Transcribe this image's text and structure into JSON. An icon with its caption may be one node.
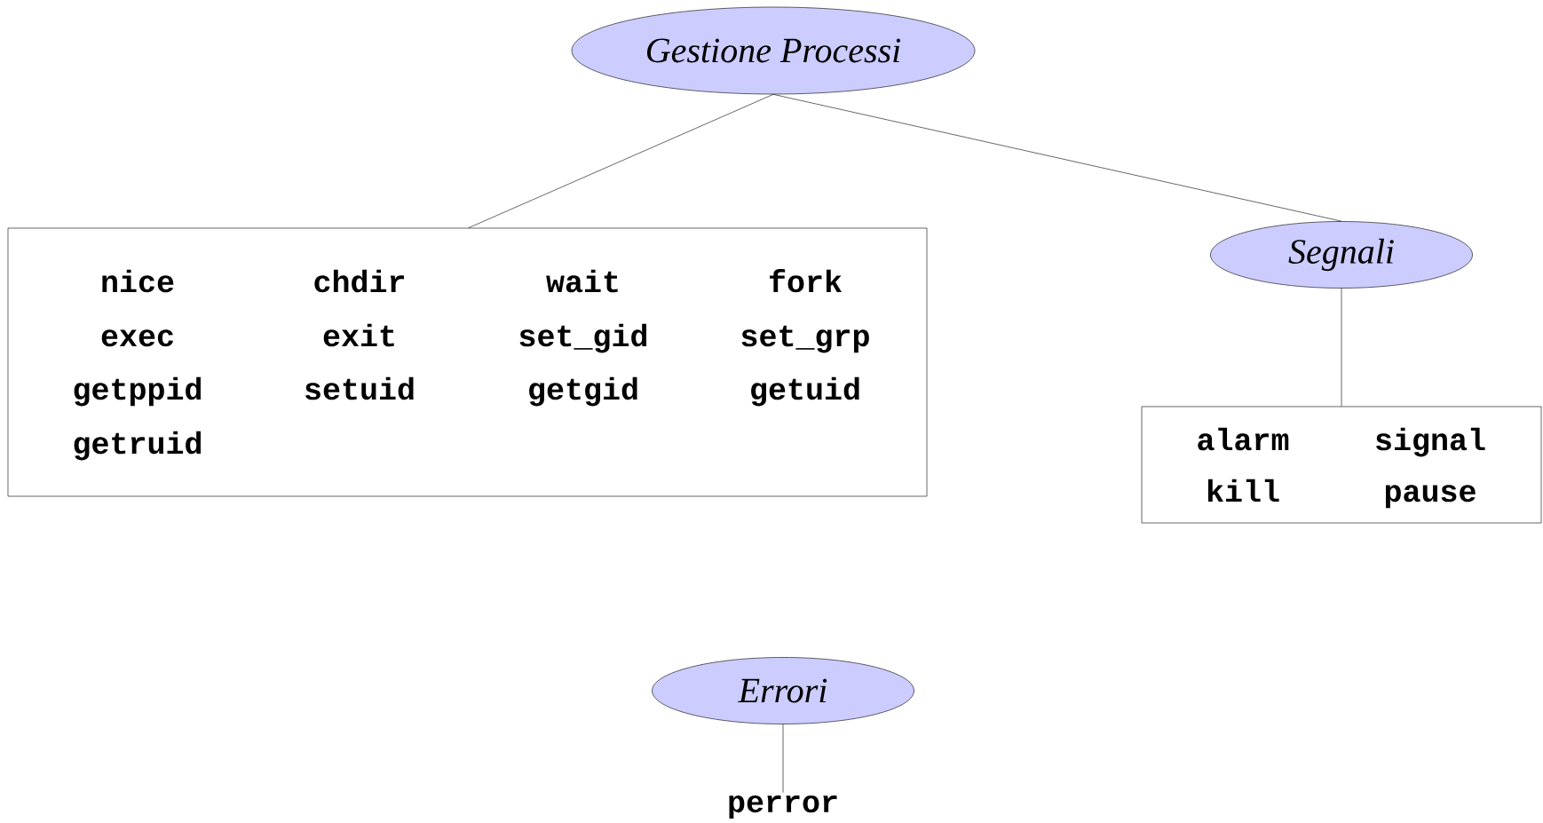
{
  "diagram": {
    "nodes": [
      {
        "text": [
          "Gestione Processi"
        ]
      },
      {
        "text": [
          "nice",
          "chdir",
          "wait",
          "fork",
          "exec",
          "exit",
          "set_gid",
          "set_grp",
          "getppid",
          "setuid",
          "getgid",
          "getuid",
          "getruid"
        ]
      },
      {
        "text": [
          "Segnali"
        ]
      },
      {
        "text": [
          "alarm",
          "signal",
          "kill",
          "pause"
        ]
      },
      {
        "text": [
          "Errori"
        ]
      },
      {
        "text": [
          "perror"
        ]
      }
    ],
    "edges": [
      {
        "from": 0,
        "to": 1,
        "arrow": "none"
      },
      {
        "from": 0,
        "to": 2,
        "arrow": "none"
      },
      {
        "from": 2,
        "to": 3,
        "arrow": "none"
      },
      {
        "from": 4,
        "to": 5,
        "arrow": "none"
      }
    ]
  }
}
